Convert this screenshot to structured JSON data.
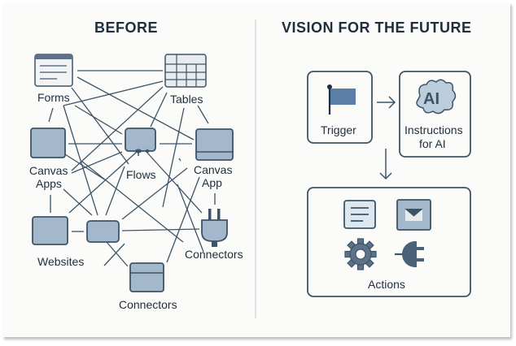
{
  "before": {
    "title": "BEFORE",
    "nodes": {
      "forms": "Forms",
      "tables": "Tables",
      "canvas_apps": [
        "Canvas",
        "Apps"
      ],
      "flows": "Flows",
      "canvas_app": [
        "Canvas",
        "App"
      ],
      "websites": "Websites",
      "connectors_right": "Connectors",
      "connectors_bottom": "Connectors"
    }
  },
  "future": {
    "title": "VISION FOR THE FUTURE",
    "trigger": "Trigger",
    "ai_badge": "AI",
    "instructions": [
      "Instructions",
      "for AI"
    ],
    "actions": "Actions",
    "action_icons": [
      "document-icon",
      "mail-icon",
      "gear-icon",
      "plug-icon"
    ]
  },
  "colors": {
    "stroke": "#3d5468",
    "fill": "#a3b8cc",
    "fill_light": "#dde7f0",
    "flag": "#5b7fa6",
    "text": "#1f2d3d"
  }
}
